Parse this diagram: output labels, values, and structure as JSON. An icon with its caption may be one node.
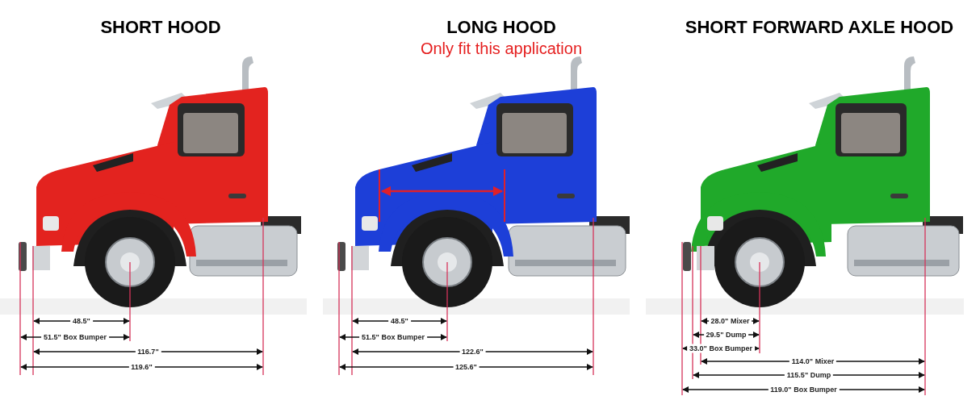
{
  "diagram": {
    "nodes": [
      {
        "text": [
          "SHORT HOOD"
        ]
      },
      {
        "text": [
          "LONG HOOD",
          "Only fit this application"
        ]
      },
      {
        "text": [
          "SHORT FORWARD AXLE HOOD"
        ]
      }
    ],
    "labels": [
      "48.5\"",
      "51.5\" Box Bumper",
      "116.7\"",
      "119.6\"",
      "48.5\"",
      "51.5\" Box Bumper",
      "122.6\"",
      "125.6\"",
      "28.0\" Mixer",
      "29.5\" Dump",
      "33.0\" Box Bumper",
      "114.0\" Mixer",
      "115.5\" Dump",
      "119.0\" Box Bumper"
    ]
  }
}
